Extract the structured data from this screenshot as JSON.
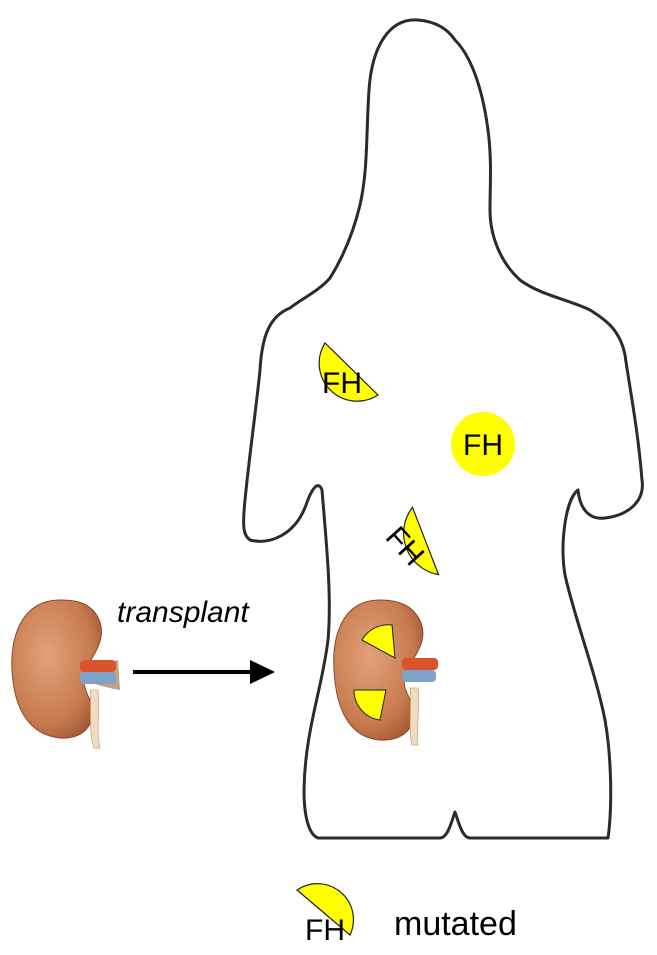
{
  "diagram": {
    "labels": {
      "transplant": "transplant",
      "fh": "FH",
      "legend_text": "mutated"
    },
    "colors": {
      "marker_fill": "#ffff00",
      "outline": "#2b2b2b",
      "kidney": "#c9784a",
      "arrow": "#000000"
    },
    "icons": {
      "donor": "kidney-icon",
      "recipient": "kidney-icon",
      "body": "female-body-silhouette"
    }
  }
}
